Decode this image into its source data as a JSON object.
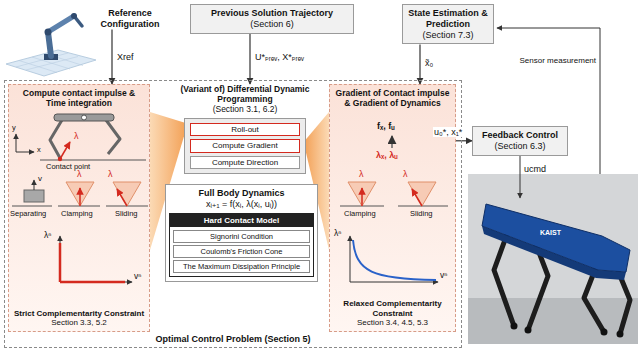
{
  "diagram": {
    "nodes": [
      {
        "text": [
          "Reference Configuration"
        ]
      },
      {
        "text": [
          "Previous Solution Trajectory",
          "(Section 6)"
        ]
      },
      {
        "text": [
          "State Estimation & Prediction",
          "(Section 7.3)"
        ]
      },
      {
        "text": [
          "Feedback Control",
          "(Section 6.3)"
        ]
      },
      {
        "text": [
          "Optimal Control Problem (Section 5)"
        ]
      },
      {
        "text": [
          "Compute contact impulse & Time integration",
          "Strict Complementarity Constraint",
          "Section 3.3, 5.2"
        ],
        "in": 4
      },
      {
        "text": [
          "(Variant of) Differential Dynamic Programming",
          "(Section 3.1, 6.2)"
        ],
        "in": 4
      },
      {
        "text": [
          "Roll-out"
        ],
        "in": 6
      },
      {
        "text": [
          "Compute Gradient"
        ],
        "in": 6
      },
      {
        "text": [
          "Compute Direction"
        ],
        "in": 6
      },
      {
        "text": [
          "Gradient of Contact impulse & Gradient of Dynamics",
          "Relaxed Complementarity Constraint",
          "Section 3.4, 4.5, 5.3"
        ],
        "in": 4
      },
      {
        "text": [
          "Full Body Dynamics",
          "xᵢ₊₁ = f(xᵢ, λ(xᵢ, uᵢ))"
        ],
        "in": 4
      },
      {
        "text": [
          "Hard Contact Model"
        ],
        "in": 11
      },
      {
        "text": [
          "Signorini Condition"
        ],
        "in": 12
      },
      {
        "text": [
          "Coulomb's Friction Cone"
        ],
        "in": 12
      },
      {
        "text": [
          "The Maximum Dissipation Principle"
        ],
        "in": 12
      }
    ],
    "edges": [
      {
        "from": 0,
        "to": 5,
        "label": "Xref",
        "arrow": "to"
      },
      {
        "from": 1,
        "to": 6,
        "label": "U*ₚᵣₑᵥ, X*ₚᵣₑᵥ",
        "arrow": "to"
      },
      {
        "from": 2,
        "to": 10,
        "label": "x̃₀",
        "arrow": "to"
      },
      {
        "from": 10,
        "to": 3,
        "label": "u₀*, x₁*",
        "arrow": "to"
      }
    ],
    "labels": [
      "λ",
      "Contact point",
      "x",
      "y",
      "v",
      "λ",
      "λ",
      "Separating",
      "Clamping",
      "Sliding",
      "λⁿ",
      "vⁿ",
      "fₓ, fᵤ",
      "λₓ, λᵤ",
      "λ",
      "λ",
      "Clamping",
      "Sliding",
      "λⁿ",
      "vⁿ",
      "Sensor measurement",
      "ucmd",
      "KAIST"
    ]
  }
}
